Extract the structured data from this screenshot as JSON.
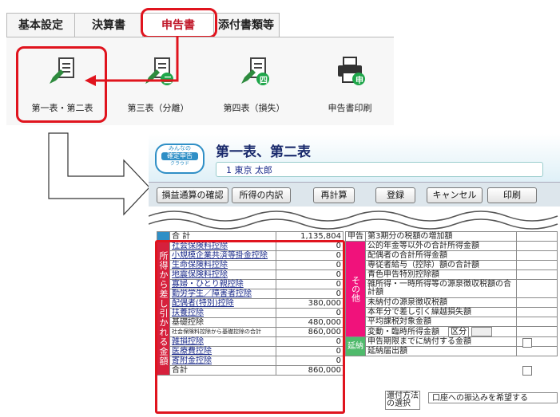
{
  "tabs": [
    "基本設定",
    "決算書",
    "申告書",
    "添付書類等"
  ],
  "ribbon_buttons": [
    "第一表・第二表",
    "第三表（分離）",
    "第四表（損失）",
    "申告書印刷"
  ],
  "badges": {
    "third": "三",
    "fourth": "四",
    "print": "申"
  },
  "window": {
    "logo_line1": "みんなの",
    "logo_line2": "確定申告",
    "logo_line3": "クラウド",
    "title": "第一表、第二表",
    "user": "1 東京 太郎"
  },
  "toolbar": [
    "損益通算の確認",
    "所得の内訳",
    "再計算",
    "登録",
    "キャンセル",
    "印刷"
  ],
  "left_table": {
    "total_label": "合 計",
    "total_value": "1,135,804",
    "side_label": "所得から差し引かれる金額",
    "rows": [
      {
        "label": "社会保険料控除",
        "value": "0",
        "link": true
      },
      {
        "label": "小規模企業共済等掛金控除",
        "value": "0",
        "link": true
      },
      {
        "label": "生命保険料控除",
        "value": "0",
        "link": true
      },
      {
        "label": "地震保険料控除",
        "value": "0",
        "link": true
      },
      {
        "label": "寡婦・ひとり親控除",
        "value": "0",
        "link": true
      },
      {
        "label": "勤労学生／障害者控除",
        "value": "0",
        "link": true
      },
      {
        "label": "配偶者(特別)控除",
        "value": "380,000",
        "link": true
      },
      {
        "label": "扶養控除",
        "value": "0",
        "link": true
      },
      {
        "label": "基礎控除",
        "value": "480,000",
        "link": false
      },
      {
        "label": "社会保険料控除から基礎控除の合計",
        "value": "860,000",
        "link": false
      },
      {
        "label": "雑損控除",
        "value": "0",
        "link": true
      },
      {
        "label": "医療費控除",
        "value": "0",
        "link": true
      },
      {
        "label": "寄附金控除",
        "value": "0",
        "link": true
      },
      {
        "label": "合計",
        "value": "860,000",
        "link": false
      }
    ]
  },
  "right_table": {
    "col_label": "甲告",
    "first_row": "第3期分の税額の増加額",
    "other_label": "その他",
    "other_rows": [
      "公的年金等以外の合計所得金額",
      "配偶者の合計所得金額",
      "専従者給与（控除）額の合計額",
      "青色申告特別控除額",
      "雑所得・一時所得等の源泉徴収税額の合計額",
      "未納付の源泉徴収税額",
      "本年分で差し引く繰越損失額",
      "平均課税対象金額",
      "変動・臨時所得金額"
    ],
    "kubun": "区分",
    "delay_label": "延納",
    "delay_rows": [
      "申告期限までに納付する金額",
      "延納届出額"
    ],
    "refund_label": "還付方法の選択",
    "refund_value": "口座への振込みを希望する"
  },
  "colors": {
    "accent_red": "#e0141e",
    "pink": "#f0127b",
    "green": "#4fba6b",
    "badge_green": "#1fa64a"
  }
}
